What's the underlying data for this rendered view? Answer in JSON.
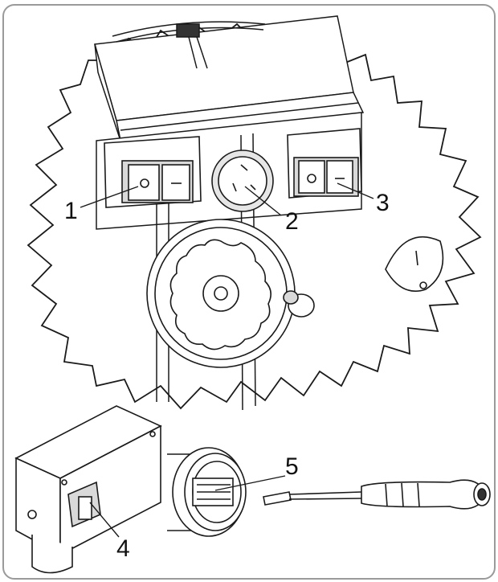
{
  "callouts": [
    {
      "id": "1",
      "text": "1"
    },
    {
      "id": "2",
      "text": "2"
    },
    {
      "id": "3",
      "text": "3"
    },
    {
      "id": "4",
      "text": "4"
    },
    {
      "id": "5",
      "text": "5"
    }
  ],
  "colors": {
    "frame_border": "#9a9a9a",
    "line": "#1a1a1a",
    "fill": "#ffffff",
    "shade": "#d9d9d9"
  },
  "icons": [
    "switch-on-off-icon",
    "rotary-knob-icon",
    "handwheel-icon",
    "plug-socket-icon",
    "screwdriver-icon"
  ]
}
